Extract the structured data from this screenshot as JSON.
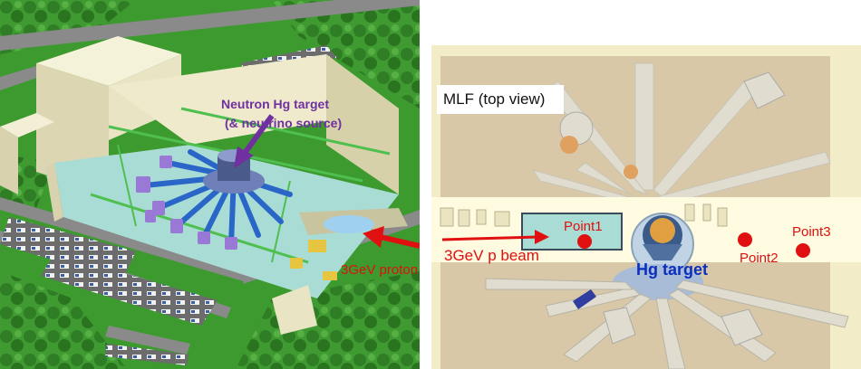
{
  "left": {
    "target_label_line1": "Neutron Hg target",
    "target_label_line2": "(& neutrino source)",
    "proton_label": "3GeV proton"
  },
  "right": {
    "view_title": "MLF (top view)",
    "beam_label": "3GeV p beam",
    "target_label": "Hg target",
    "points": [
      "Point1",
      "Point2",
      "Point3"
    ]
  },
  "colors": {
    "label_purple": "#7030a0",
    "label_red": "#e01010",
    "label_blue": "#0a2fbf",
    "grass": "#3c9a2e",
    "building": "#ece8c8"
  }
}
